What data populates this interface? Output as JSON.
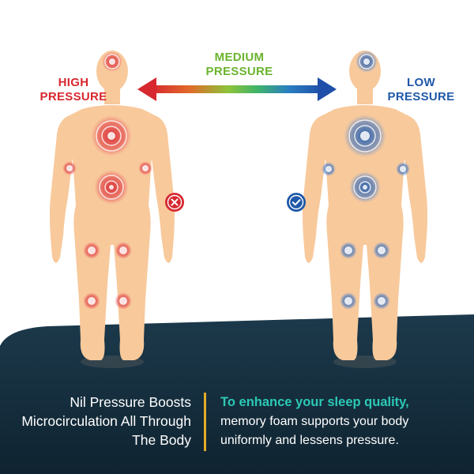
{
  "labels": {
    "high": "HIGH PRESSURE",
    "medium": "MEDIUM PRESSURE",
    "low": "LOW PRESSURE"
  },
  "caption": {
    "left": "Nil Pressure Boosts Microcirculation All Through The Body",
    "right_highlight": "To enhance your sleep quality,",
    "right_body": "memory foam supports your body uniformly and lessens pressure."
  },
  "colors": {
    "high": "#d7282f",
    "medium": "#6ab42e",
    "low": "#1f58a8",
    "skin": "#f8c99b",
    "dark_panel": "#173040",
    "accent_gold": "#e3ad27",
    "highlight_teal": "#2cc9b5"
  },
  "icons": {
    "bad": "x-circle-icon",
    "good": "check-circle-icon"
  },
  "pressure_points": {
    "high_figure": [
      "head",
      "chest",
      "abdomen",
      "left-elbow",
      "right-elbow",
      "left-thigh",
      "right-thigh",
      "left-knee",
      "right-knee"
    ],
    "low_figure": [
      "head",
      "chest",
      "abdomen",
      "left-elbow",
      "right-elbow",
      "left-thigh",
      "right-thigh",
      "left-knee",
      "right-knee"
    ]
  }
}
